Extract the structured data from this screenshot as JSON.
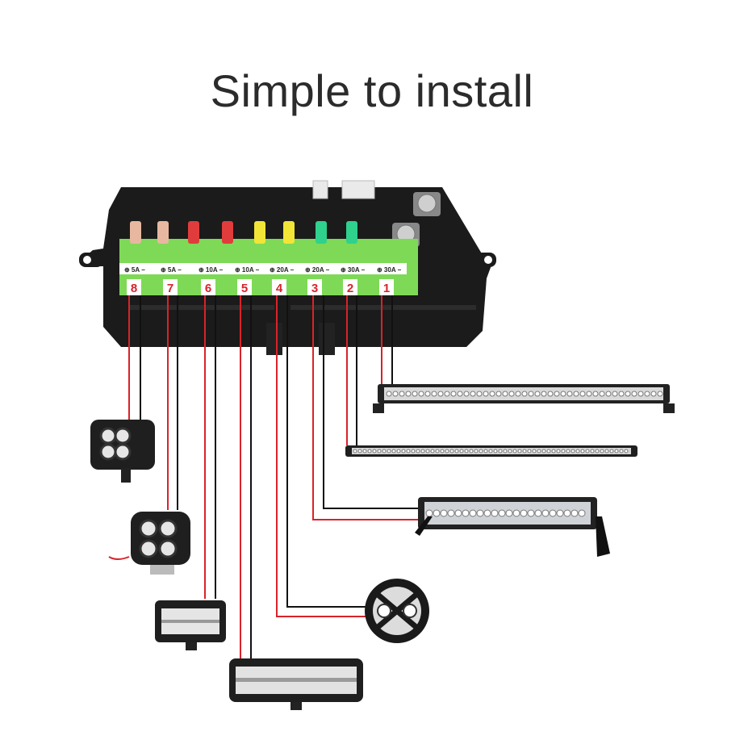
{
  "title": "Simple to install",
  "channels": [
    {
      "number": "1",
      "rating": "30A",
      "fuse_color": "#2fd18c"
    },
    {
      "number": "2",
      "rating": "30A",
      "fuse_color": "#2fd18c"
    },
    {
      "number": "3",
      "rating": "20A",
      "fuse_color": "#f2e537"
    },
    {
      "number": "4",
      "rating": "20A",
      "fuse_color": "#f2e537"
    },
    {
      "number": "5",
      "rating": "10A",
      "fuse_color": "#e13c3c"
    },
    {
      "number": "6",
      "rating": "10A",
      "fuse_color": "#e13c3c"
    },
    {
      "number": "7",
      "rating": "5A",
      "fuse_color": "#e8b7a0"
    },
    {
      "number": "8",
      "rating": "5A",
      "fuse_color": "#e8b7a0"
    }
  ],
  "colors": {
    "positive_wire": "#d8232a",
    "negative_wire": "#111111",
    "terminal_block": "#7ed957",
    "housing": "#1a1a1a"
  },
  "icons": [
    "fuse-box-icon",
    "light-bar-icon",
    "work-light-icon",
    "round-light-icon"
  ]
}
